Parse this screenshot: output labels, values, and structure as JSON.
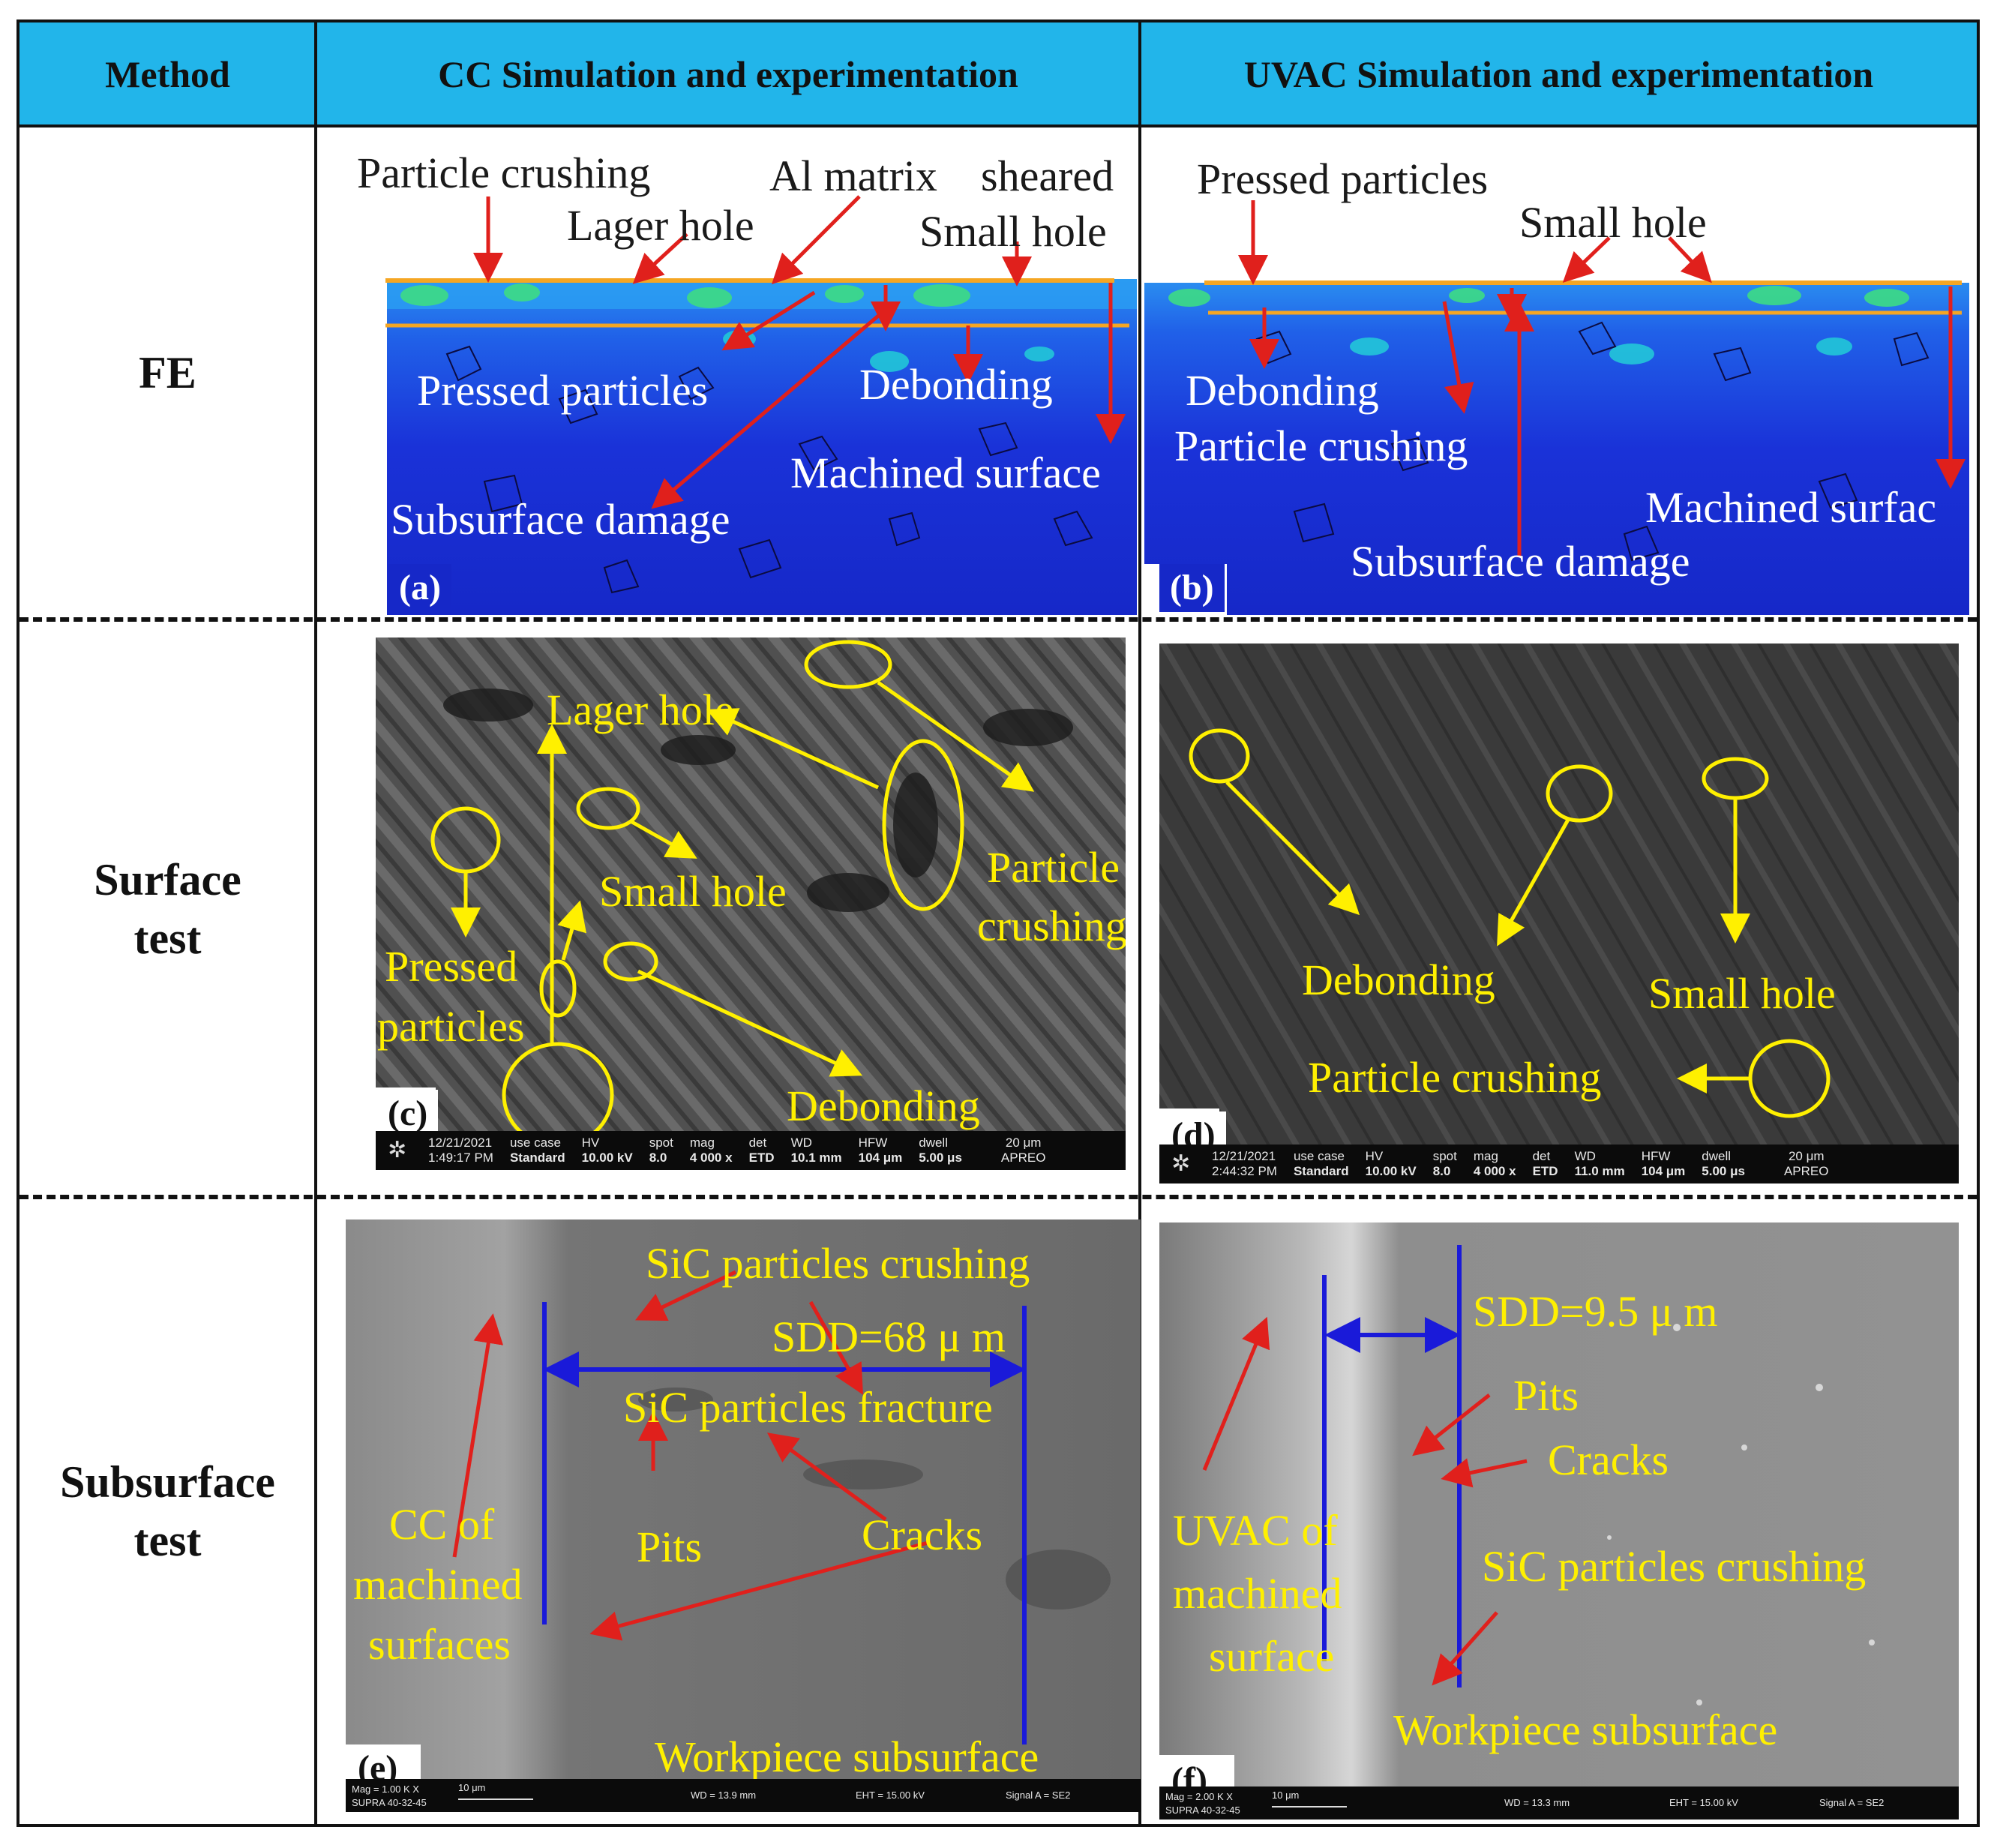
{
  "header": {
    "method": "Method",
    "cc": "CC Simulation and experimentation",
    "uvac": "UVAC Simulation and experimentation"
  },
  "rows": {
    "fe": "FE",
    "surface_line1": "Surface",
    "surface_line2": "test",
    "subsurface_line1": "Subsurface",
    "subsurface_line2": "test"
  },
  "panel_a": {
    "tag": "(a)",
    "particle_crushing": "Particle crushing",
    "al_matrix": "Al matrix",
    "sheared": "sheared",
    "lager_hole": "Lager hole",
    "small_hole": "Small hole",
    "pressed_particles": "Pressed particles",
    "debonding": "Debonding",
    "machined_surface": "Machined surface",
    "subsurface_damage": "Subsurface damage"
  },
  "panel_b": {
    "tag": "(b)",
    "pressed_particles": "Pressed particles",
    "small_hole": "Small hole",
    "debonding": "Debonding",
    "particle_crushing": "Particle crushing",
    "machined_surface": "Machined surfac",
    "subsurface_damage": "Subsurface damage"
  },
  "panel_c": {
    "tag": "(c)",
    "lager_hole": "Lager hole",
    "small_hole": "Small hole",
    "particle": "Particle",
    "crushing": "crushing",
    "pressed": "Pressed",
    "particles": "particles",
    "debonding": "Debonding",
    "info": {
      "date": "12/21/2021",
      "time": "1:49:17 PM",
      "use_case_h": "use case",
      "use_case": "Standard",
      "hv_h": "HV",
      "hv": "10.00 kV",
      "spot_h": "spot",
      "spot": "8.0",
      "mag_h": "mag",
      "mag": "4 000 x",
      "det_h": "det",
      "det": "ETD",
      "wd_h": "WD",
      "wd": "10.1 mm",
      "hfw_h": "HFW",
      "hfw": "104 μm",
      "dwell_h": "dwell",
      "dwell": "5.00 μs",
      "scale": "20 μm",
      "brand": "APREO"
    }
  },
  "panel_d": {
    "tag": "(d)",
    "debonding": "Debonding",
    "small_hole": "Small hole",
    "particle_crushing": "Particle crushing",
    "info": {
      "date": "12/21/2021",
      "time": "2:44:32 PM",
      "use_case_h": "use case",
      "use_case": "Standard",
      "hv_h": "HV",
      "hv": "10.00 kV",
      "spot_h": "spot",
      "spot": "8.0",
      "mag_h": "mag",
      "mag": "4 000 x",
      "det_h": "det",
      "det": "ETD",
      "wd_h": "WD",
      "wd": "11.0 mm",
      "hfw_h": "HFW",
      "hfw": "104 μm",
      "dwell_h": "dwell",
      "dwell": "5.00 μs",
      "scale": "20 μm",
      "brand": "APREO"
    }
  },
  "panel_e": {
    "tag": "(e)",
    "sic_crushing": "SiC particles crushing",
    "sdd": "SDD=68 μ m",
    "sic_fracture": "SiC particles fracture",
    "pits": "Pits",
    "cracks": "Cracks",
    "cc_of": "CC of",
    "machined": "machined",
    "surfaces": "surfaces",
    "workpiece": "Workpiece subsurface",
    "info": {
      "mag": "Mag = 1.00 K X",
      "scale": "10 μm",
      "wd": "WD = 13.9 mm",
      "eht": "EHT = 15.00 kV",
      "signal": "Signal A = SE2",
      "model": "SUPRA 40-32-45"
    }
  },
  "panel_f": {
    "tag": "(f)",
    "sdd": "SDD=9.5 μ m",
    "pits": "Pits",
    "cracks": "Cracks",
    "sic_crushing": "SiC particles crushing",
    "uvac_of": "UVAC of",
    "machined": "machined",
    "surface": "surface",
    "workpiece": "Workpiece subsurface",
    "info": {
      "mag": "Mag = 2.00 K X",
      "scale": "10 μm",
      "wd": "WD = 13.3 mm",
      "eht": "EHT = 15.00 kV",
      "signal": "Signal A = SE2",
      "model": "SUPRA 40-32-45"
    }
  },
  "colors": {
    "header_bg": "#22b5ea",
    "fe_blue": "#1a2fd6",
    "fe_light": "#2a8cf0",
    "fe_green": "#3ddc84",
    "orange_line": "#f5a623",
    "arrow_red": "#e0201c",
    "sem_yellow": "#fff000",
    "sdd_blue": "#1a1ad9"
  }
}
